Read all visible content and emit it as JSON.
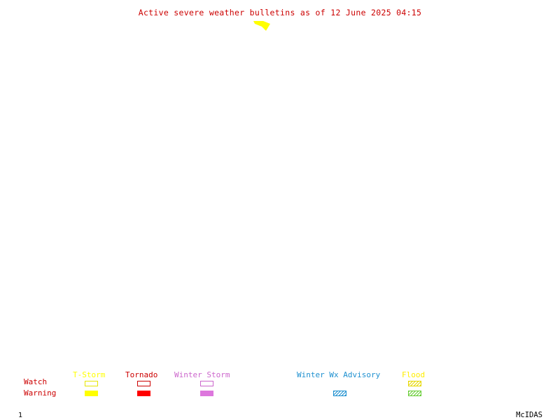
{
  "title": "Active severe weather bulletins as of 12 June 2025 04:15",
  "legend": {
    "rows": {
      "watch": "Watch",
      "warning": "Warning"
    },
    "categories": [
      {
        "label": "T-Storm",
        "color": "#ffff00"
      },
      {
        "label": "Tornado",
        "color": "#ff0000"
      },
      {
        "label": "Winter Storm",
        "color": "#dd77dd"
      },
      {
        "label": "Winter Wx Advisory",
        "color": "#1e90d0"
      },
      {
        "label": "Flood",
        "color": "#ffee00",
        "warning_color": "#66cc33"
      }
    ]
  },
  "footer": {
    "frame_number": "1",
    "brand": "McIDAS"
  }
}
